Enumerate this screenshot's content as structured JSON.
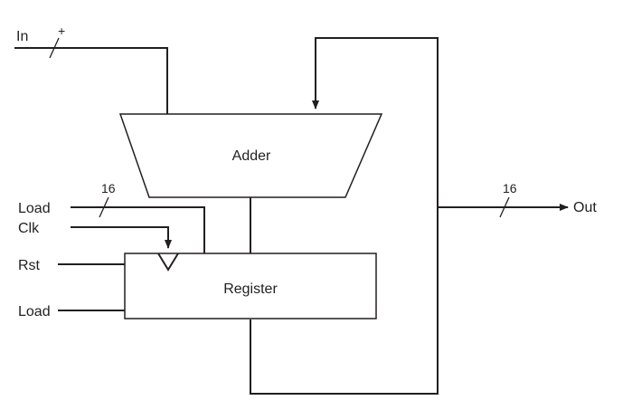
{
  "diagram": {
    "labels": {
      "in": "In",
      "in_width": "+",
      "load_top": "Load",
      "load_top_width": "16",
      "clk": "Clk",
      "rst": "Rst",
      "load_bottom": "Load",
      "out": "Out",
      "out_width": "16"
    },
    "blocks": {
      "adder": "Adder",
      "register": "Register"
    },
    "colors": {
      "line": "#231f20",
      "background": "#ffffff"
    }
  }
}
